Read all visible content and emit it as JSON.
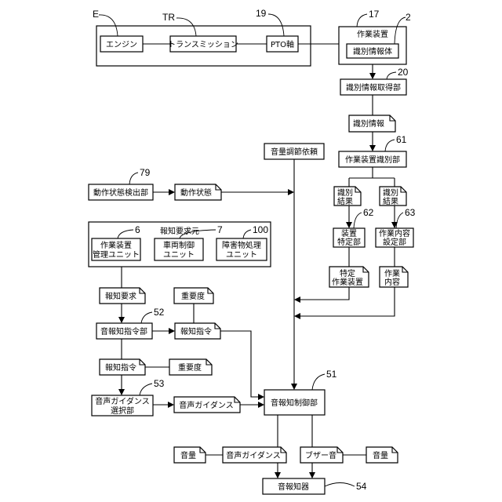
{
  "refs": {
    "E": "E",
    "TR": "TR",
    "r19": "19",
    "r17": "17",
    "r2": "2",
    "r20": "20",
    "r61": "61",
    "r79": "79",
    "r62": "62",
    "r63": "63",
    "r6": "6",
    "r7": "7",
    "r100": "100",
    "r52": "52",
    "r53": "53",
    "r51": "51",
    "r54": "54"
  },
  "engine": "エンジン",
  "transmission": "トランスミッション",
  "pto": "PTO軸",
  "work_device": "作業装置",
  "id_body": "識別情報体",
  "id_acq": "識別情報取得部",
  "id_info": "識別情報",
  "volume_request": "音量調節依頼",
  "work_device_id": "作業装置識別部",
  "state_detect": "動作状態検出部",
  "state": "動作状態",
  "id_result_1": [
    "識別",
    "結果"
  ],
  "id_result_2": [
    "識別",
    "結果"
  ],
  "device_spec": [
    "装置",
    "特定部"
  ],
  "content_set": [
    "作業内容",
    "設定部"
  ],
  "notify_source": "報知要求元",
  "mgmt_unit": [
    "作業装置",
    "管理ユニット"
  ],
  "vehicle_unit": [
    "車両制御",
    "ユニット"
  ],
  "obstacle_unit": [
    "障害物処理",
    "ユニット"
  ],
  "specified_device": [
    "特定",
    "作業装置"
  ],
  "work_content": [
    "作業",
    "内容"
  ],
  "notify_request": "報知要求",
  "importance_1": "重要度",
  "sound_cmd_unit": "音報知指令部",
  "notify_cmd_1": "報知指令",
  "notify_cmd_2": "報知指令",
  "importance_2": "重要度",
  "guidance_select": [
    "音声ガイダンス",
    "選択部"
  ],
  "guidance_1": "音声ガイダンス",
  "sound_ctrl": "音報知制御部",
  "volume_1": "音量",
  "guidance_2": "音声ガイダンス",
  "buzzer": "ブザー音",
  "volume_2": "音量",
  "sound_notifier": "音報知器"
}
